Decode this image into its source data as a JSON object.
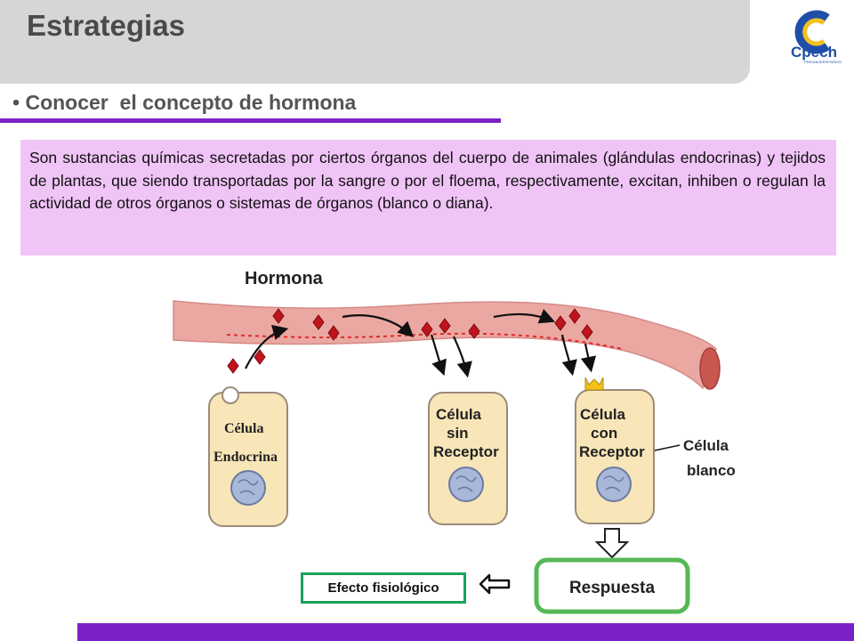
{
  "header": {
    "title": "Estrategias",
    "logo_text": "Cpech",
    "logo_subtext": "PREUNIVERSITARIOS"
  },
  "subtitle": {
    "bullet": "•",
    "text": "Conocer  el concepto de hormona"
  },
  "definition": {
    "text": "Son sustancias químicas secretadas por ciertos órganos del cuerpo de animales (glándulas endocrinas) y tejidos de plantas, que siendo transportadas por la sangre o por el floema, respectivamente, excitan, inhiben o regulan la actividad de otros órganos o sistemas de órganos (blanco o diana)."
  },
  "diagram": {
    "hormone_label": "Hormona",
    "cell_endocrine": [
      "Célula",
      "Endocrina"
    ],
    "cell_no_receptor": [
      "Célula",
      "sin",
      "Receptor"
    ],
    "cell_receptor": [
      "Célula",
      "con",
      "Receptor"
    ],
    "target_label": [
      "Célula",
      "blanco"
    ],
    "response_label": "Respuesta"
  },
  "footer": {
    "effect_label": "Efecto fisiológico",
    "arrow_icon": "left-arrow-icon"
  },
  "colors": {
    "accent": "#7b22c6",
    "definition_bg": "#f0c4f7",
    "header_bg": "#d6d6d6",
    "vessel": "#eba8a2",
    "hormone": "#c0141c",
    "cell_fill": "#f8e6b8",
    "response_border": "#55b855"
  }
}
